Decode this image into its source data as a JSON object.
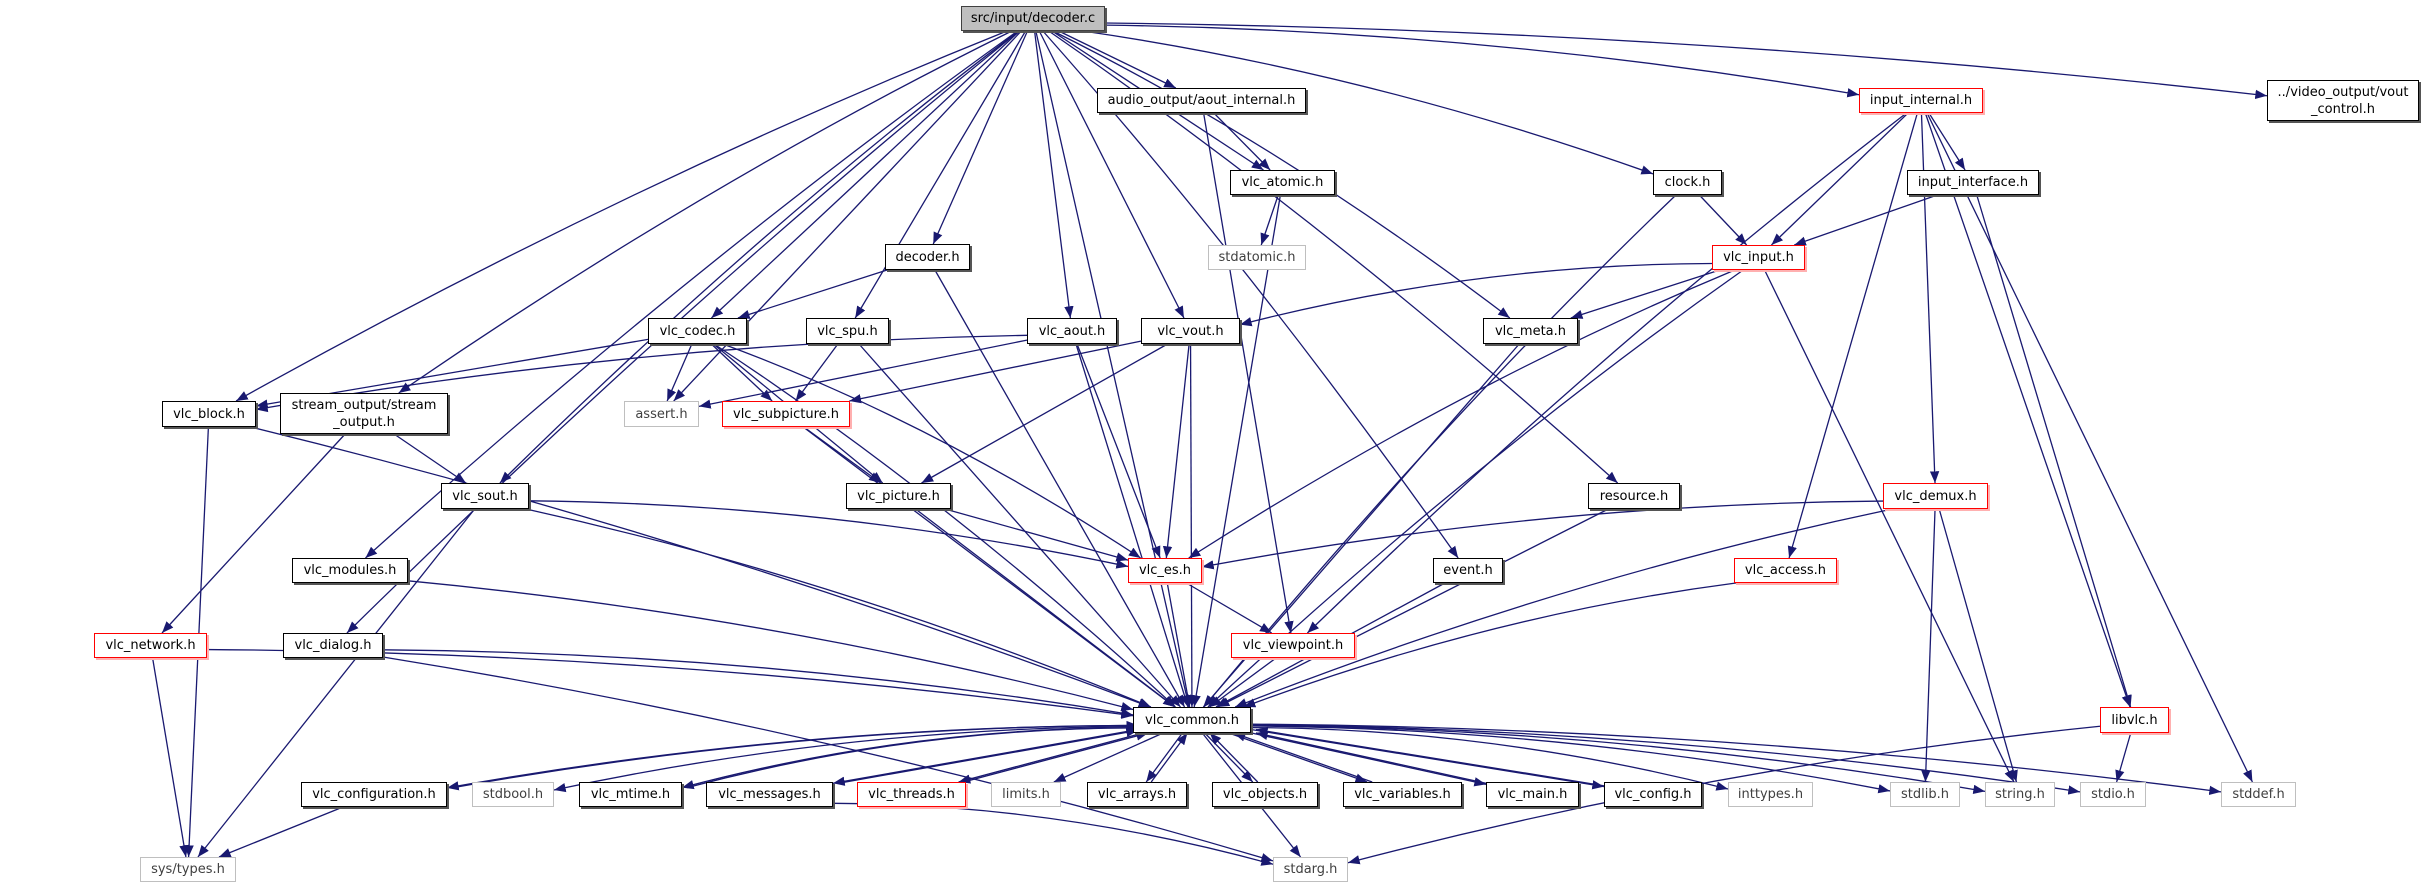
{
  "colors": {
    "edge": "#191970",
    "root_fill": "#bfbfbf",
    "missing_border": "#ff0000",
    "system_border": "#bfbfbf"
  },
  "graph": {
    "root": "src/input/decoder.c",
    "nodes": [
      {
        "id": "decoder.c",
        "lines": [
          "src/input/decoder.c"
        ],
        "kind": "root"
      },
      {
        "id": "aout_internal.h",
        "lines": [
          "audio_output/aout_internal.h"
        ],
        "kind": "normal"
      },
      {
        "id": "vout_control.h",
        "lines": [
          "../video_output/vout",
          "_control.h"
        ],
        "kind": "normal"
      },
      {
        "id": "input_internal.h",
        "lines": [
          "input_internal.h"
        ],
        "kind": "red"
      },
      {
        "id": "vlc_atomic.h",
        "lines": [
          "vlc_atomic.h"
        ],
        "kind": "normal"
      },
      {
        "id": "clock.h",
        "lines": [
          "clock.h"
        ],
        "kind": "normal"
      },
      {
        "id": "input_interface.h",
        "lines": [
          "input_interface.h"
        ],
        "kind": "normal"
      },
      {
        "id": "decoder.h",
        "lines": [
          "decoder.h"
        ],
        "kind": "normal"
      },
      {
        "id": "stdatomic.h",
        "lines": [
          "stdatomic.h"
        ],
        "kind": "gray"
      },
      {
        "id": "vlc_input.h",
        "lines": [
          "vlc_input.h"
        ],
        "kind": "red"
      },
      {
        "id": "vlc_codec.h",
        "lines": [
          "vlc_codec.h"
        ],
        "kind": "normal"
      },
      {
        "id": "vlc_spu.h",
        "lines": [
          "vlc_spu.h"
        ],
        "kind": "normal"
      },
      {
        "id": "vlc_aout.h",
        "lines": [
          "vlc_aout.h"
        ],
        "kind": "normal"
      },
      {
        "id": "vlc_vout.h",
        "lines": [
          "vlc_vout.h"
        ],
        "kind": "normal"
      },
      {
        "id": "vlc_meta.h",
        "lines": [
          "vlc_meta.h"
        ],
        "kind": "normal"
      },
      {
        "id": "vlc_block.h",
        "lines": [
          "vlc_block.h"
        ],
        "kind": "normal"
      },
      {
        "id": "stream_output.h",
        "lines": [
          "stream_output/stream",
          "_output.h"
        ],
        "kind": "normal"
      },
      {
        "id": "assert.h",
        "lines": [
          "assert.h"
        ],
        "kind": "gray"
      },
      {
        "id": "vlc_subpicture.h",
        "lines": [
          "vlc_subpicture.h"
        ],
        "kind": "red"
      },
      {
        "id": "vlc_sout.h",
        "lines": [
          "vlc_sout.h"
        ],
        "kind": "normal"
      },
      {
        "id": "vlc_picture.h",
        "lines": [
          "vlc_picture.h"
        ],
        "kind": "normal"
      },
      {
        "id": "resource.h",
        "lines": [
          "resource.h"
        ],
        "kind": "normal"
      },
      {
        "id": "vlc_demux.h",
        "lines": [
          "vlc_demux.h"
        ],
        "kind": "red"
      },
      {
        "id": "vlc_modules.h",
        "lines": [
          "vlc_modules.h"
        ],
        "kind": "normal"
      },
      {
        "id": "vlc_es.h",
        "lines": [
          "vlc_es.h"
        ],
        "kind": "red"
      },
      {
        "id": "event.h",
        "lines": [
          "event.h"
        ],
        "kind": "normal"
      },
      {
        "id": "vlc_access.h",
        "lines": [
          "vlc_access.h"
        ],
        "kind": "red"
      },
      {
        "id": "vlc_network.h",
        "lines": [
          "vlc_network.h"
        ],
        "kind": "red"
      },
      {
        "id": "vlc_dialog.h",
        "lines": [
          "vlc_dialog.h"
        ],
        "kind": "normal"
      },
      {
        "id": "vlc_viewpoint.h",
        "lines": [
          "vlc_viewpoint.h"
        ],
        "kind": "red"
      },
      {
        "id": "vlc_common.h",
        "lines": [
          "vlc_common.h"
        ],
        "kind": "normal"
      },
      {
        "id": "libvlc.h",
        "lines": [
          "libvlc.h"
        ],
        "kind": "red"
      },
      {
        "id": "vlc_configuration.h",
        "lines": [
          "vlc_configuration.h"
        ],
        "kind": "normal"
      },
      {
        "id": "stdbool.h",
        "lines": [
          "stdbool.h"
        ],
        "kind": "gray"
      },
      {
        "id": "vlc_mtime.h",
        "lines": [
          "vlc_mtime.h"
        ],
        "kind": "normal"
      },
      {
        "id": "vlc_messages.h",
        "lines": [
          "vlc_messages.h"
        ],
        "kind": "normal"
      },
      {
        "id": "vlc_threads.h",
        "lines": [
          "vlc_threads.h"
        ],
        "kind": "red"
      },
      {
        "id": "limits.h",
        "lines": [
          "limits.h"
        ],
        "kind": "gray"
      },
      {
        "id": "vlc_arrays.h",
        "lines": [
          "vlc_arrays.h"
        ],
        "kind": "normal"
      },
      {
        "id": "vlc_objects.h",
        "lines": [
          "vlc_objects.h"
        ],
        "kind": "normal"
      },
      {
        "id": "vlc_variables.h",
        "lines": [
          "vlc_variables.h"
        ],
        "kind": "normal"
      },
      {
        "id": "vlc_main.h",
        "lines": [
          "vlc_main.h"
        ],
        "kind": "normal"
      },
      {
        "id": "vlc_config.h",
        "lines": [
          "vlc_config.h"
        ],
        "kind": "normal"
      },
      {
        "id": "inttypes.h",
        "lines": [
          "inttypes.h"
        ],
        "kind": "gray"
      },
      {
        "id": "stdlib.h",
        "lines": [
          "stdlib.h"
        ],
        "kind": "gray"
      },
      {
        "id": "string.h",
        "lines": [
          "string.h"
        ],
        "kind": "gray"
      },
      {
        "id": "stdio.h",
        "lines": [
          "stdio.h"
        ],
        "kind": "gray"
      },
      {
        "id": "stddef.h",
        "lines": [
          "stddef.h"
        ],
        "kind": "gray"
      },
      {
        "id": "sys/types.h",
        "lines": [
          "sys/types.h"
        ],
        "kind": "gray"
      },
      {
        "id": "stdarg.h",
        "lines": [
          "stdarg.h"
        ],
        "kind": "gray"
      }
    ],
    "edges": [
      [
        "decoder.c",
        "aout_internal.h"
      ],
      [
        "decoder.c",
        "vlc_atomic.h"
      ],
      [
        "decoder.c",
        "decoder.h"
      ],
      [
        "decoder.c",
        "vlc_codec.h"
      ],
      [
        "decoder.c",
        "vlc_spu.h"
      ],
      [
        "decoder.c",
        "vlc_aout.h"
      ],
      [
        "decoder.c",
        "vlc_vout.h"
      ],
      [
        "decoder.c",
        "vlc_block.h"
      ],
      [
        "decoder.c",
        "stream_output.h"
      ],
      [
        "decoder.c",
        "assert.h"
      ],
      [
        "decoder.c",
        "vlc_sout.h"
      ],
      [
        "decoder.c",
        "vlc_modules.h"
      ],
      [
        "decoder.c",
        "vlc_dialog.h"
      ],
      [
        "decoder.c",
        "clock.h"
      ],
      [
        "decoder.c",
        "input_internal.h"
      ],
      [
        "decoder.c",
        "vout_control.h"
      ],
      [
        "decoder.c",
        "vlc_meta.h"
      ],
      [
        "decoder.c",
        "resource.h"
      ],
      [
        "decoder.c",
        "event.h"
      ],
      [
        "decoder.c",
        "vlc_common.h"
      ],
      [
        "aout_internal.h",
        "vlc_atomic.h"
      ],
      [
        "aout_internal.h",
        "vlc_viewpoint.h"
      ],
      [
        "vlc_atomic.h",
        "stdatomic.h"
      ],
      [
        "vlc_atomic.h",
        "vlc_common.h"
      ],
      [
        "decoder.h",
        "vlc_codec.h"
      ],
      [
        "decoder.h",
        "vlc_common.h"
      ],
      [
        "vlc_codec.h",
        "vlc_block.h"
      ],
      [
        "vlc_codec.h",
        "assert.h"
      ],
      [
        "vlc_codec.h",
        "vlc_subpicture.h"
      ],
      [
        "vlc_codec.h",
        "vlc_es.h"
      ],
      [
        "vlc_codec.h",
        "vlc_picture.h"
      ],
      [
        "vlc_codec.h",
        "vlc_common.h"
      ],
      [
        "vlc_spu.h",
        "vlc_subpicture.h"
      ],
      [
        "vlc_spu.h",
        "vlc_common.h"
      ],
      [
        "vlc_aout.h",
        "vlc_block.h"
      ],
      [
        "vlc_aout.h",
        "assert.h"
      ],
      [
        "vlc_aout.h",
        "vlc_es.h"
      ],
      [
        "vlc_aout.h",
        "vlc_common.h"
      ],
      [
        "vlc_vout.h",
        "vlc_subpicture.h"
      ],
      [
        "vlc_vout.h",
        "vlc_picture.h"
      ],
      [
        "vlc_vout.h",
        "vlc_es.h"
      ],
      [
        "vlc_vout.h",
        "vlc_common.h"
      ],
      [
        "vlc_block.h",
        "sys/types.h"
      ],
      [
        "vlc_block.h",
        "vlc_common.h"
      ],
      [
        "stream_output.h",
        "vlc_sout.h"
      ],
      [
        "stream_output.h",
        "vlc_network.h"
      ],
      [
        "vlc_subpicture.h",
        "vlc_picture.h"
      ],
      [
        "vlc_subpicture.h",
        "vlc_common.h"
      ],
      [
        "vlc_sout.h",
        "vlc_es.h"
      ],
      [
        "vlc_sout.h",
        "sys/types.h"
      ],
      [
        "vlc_sout.h",
        "vlc_common.h"
      ],
      [
        "vlc_picture.h",
        "vlc_es.h"
      ],
      [
        "vlc_picture.h",
        "vlc_common.h"
      ],
      [
        "vlc_es.h",
        "vlc_viewpoint.h"
      ],
      [
        "vlc_es.h",
        "vlc_common.h"
      ],
      [
        "vlc_modules.h",
        "vlc_common.h"
      ],
      [
        "vlc_network.h",
        "sys/types.h"
      ],
      [
        "vlc_network.h",
        "vlc_common.h"
      ],
      [
        "vlc_dialog.h",
        "vlc_common.h"
      ],
      [
        "vlc_dialog.h",
        "stdarg.h"
      ],
      [
        "vlc_viewpoint.h",
        "vlc_common.h"
      ],
      [
        "input_internal.h",
        "vlc_viewpoint.h"
      ],
      [
        "input_internal.h",
        "vlc_input.h"
      ],
      [
        "input_internal.h",
        "input_interface.h"
      ],
      [
        "input_internal.h",
        "vlc_access.h"
      ],
      [
        "input_internal.h",
        "vlc_demux.h"
      ],
      [
        "input_internal.h",
        "libvlc.h"
      ],
      [
        "input_internal.h",
        "stddef.h"
      ],
      [
        "clock.h",
        "vlc_input.h"
      ],
      [
        "clock.h",
        "vlc_common.h"
      ],
      [
        "input_interface.h",
        "vlc_input.h"
      ],
      [
        "input_interface.h",
        "libvlc.h"
      ],
      [
        "vlc_input.h",
        "vlc_vout.h"
      ],
      [
        "vlc_input.h",
        "vlc_meta.h"
      ],
      [
        "vlc_input.h",
        "vlc_es.h"
      ],
      [
        "vlc_input.h",
        "vlc_common.h"
      ],
      [
        "vlc_input.h",
        "string.h"
      ],
      [
        "vlc_meta.h",
        "vlc_common.h"
      ],
      [
        "resource.h",
        "vlc_common.h"
      ],
      [
        "event.h",
        "vlc_common.h"
      ],
      [
        "vlc_access.h",
        "vlc_common.h"
      ],
      [
        "vlc_demux.h",
        "vlc_es.h"
      ],
      [
        "vlc_demux.h",
        "vlc_common.h"
      ],
      [
        "vlc_demux.h",
        "stdlib.h"
      ],
      [
        "vlc_demux.h",
        "string.h"
      ],
      [
        "libvlc.h",
        "stdio.h"
      ],
      [
        "libvlc.h",
        "stdarg.h"
      ],
      [
        "vlc_common.h",
        "vlc_configuration.h"
      ],
      [
        "vlc_common.h",
        "stdbool.h"
      ],
      [
        "vlc_common.h",
        "vlc_mtime.h"
      ],
      [
        "vlc_common.h",
        "vlc_messages.h"
      ],
      [
        "vlc_common.h",
        "vlc_threads.h"
      ],
      [
        "vlc_common.h",
        "limits.h"
      ],
      [
        "vlc_common.h",
        "vlc_arrays.h"
      ],
      [
        "vlc_common.h",
        "vlc_objects.h"
      ],
      [
        "vlc_common.h",
        "vlc_variables.h"
      ],
      [
        "vlc_common.h",
        "vlc_main.h"
      ],
      [
        "vlc_common.h",
        "vlc_config.h"
      ],
      [
        "vlc_common.h",
        "inttypes.h"
      ],
      [
        "vlc_common.h",
        "stdlib.h"
      ],
      [
        "vlc_common.h",
        "string.h"
      ],
      [
        "vlc_common.h",
        "stdio.h"
      ],
      [
        "vlc_common.h",
        "stddef.h"
      ],
      [
        "vlc_common.h",
        "stdarg.h"
      ],
      [
        "vlc_configuration.h",
        "vlc_common.h"
      ],
      [
        "vlc_mtime.h",
        "vlc_common.h"
      ],
      [
        "vlc_messages.h",
        "vlc_common.h"
      ],
      [
        "vlc_threads.h",
        "vlc_common.h"
      ],
      [
        "vlc_arrays.h",
        "vlc_common.h"
      ],
      [
        "vlc_objects.h",
        "vlc_common.h"
      ],
      [
        "vlc_variables.h",
        "vlc_common.h"
      ],
      [
        "vlc_main.h",
        "vlc_common.h"
      ],
      [
        "vlc_config.h",
        "vlc_common.h"
      ],
      [
        "vlc_configuration.h",
        "sys/types.h"
      ],
      [
        "vlc_messages.h",
        "stdarg.h"
      ]
    ]
  }
}
